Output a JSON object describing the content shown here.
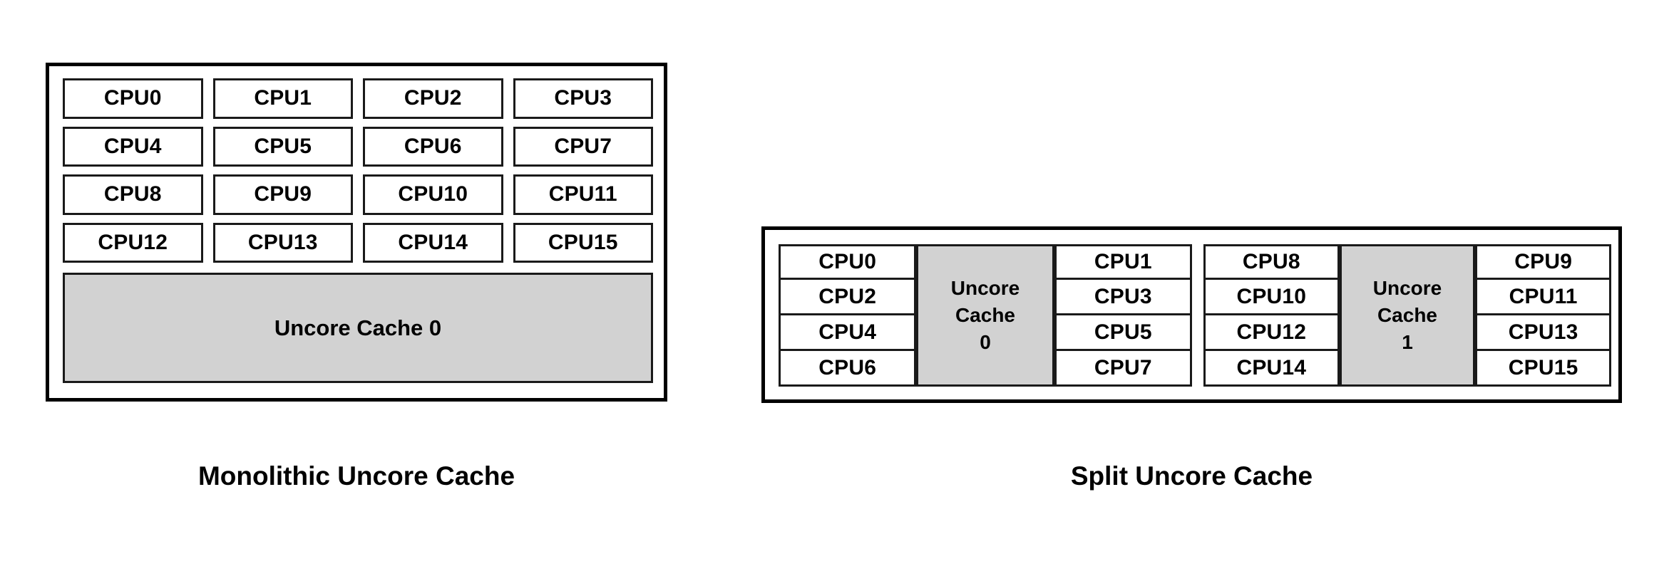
{
  "diagram": {
    "title_left": "Monolithic Uncore Cache",
    "title_right": "Split Uncore Cache",
    "colors": {
      "cache_fill": "#d2d2d2",
      "border": "#000000",
      "cpu_fill": "#ffffff",
      "background": "#ffffff"
    }
  },
  "monolithic": {
    "caption": "Monolithic Uncore Cache",
    "cpus": [
      "CPU0",
      "CPU1",
      "CPU2",
      "CPU3",
      "CPU4",
      "CPU5",
      "CPU6",
      "CPU7",
      "CPU8",
      "CPU9",
      "CPU10",
      "CPU11",
      "CPU12",
      "CPU13",
      "CPU14",
      "CPU15"
    ],
    "cache": {
      "label": "Uncore Cache 0",
      "index": "0"
    }
  },
  "split": {
    "caption": "Split Uncore Cache",
    "groups": [
      {
        "cache_label": "Uncore\nCache\n0",
        "cache_index": "0",
        "left_column": [
          "CPU0",
          "CPU2",
          "CPU4",
          "CPU6"
        ],
        "right_column": [
          "CPU1",
          "CPU3",
          "CPU5",
          "CPU7"
        ]
      },
      {
        "cache_label": "Uncore\nCache\n1",
        "cache_index": "1",
        "left_column": [
          "CPU8",
          "CPU10",
          "CPU12",
          "CPU14"
        ],
        "right_column": [
          "CPU9",
          "CPU11",
          "CPU13",
          "CPU15"
        ]
      }
    ]
  }
}
